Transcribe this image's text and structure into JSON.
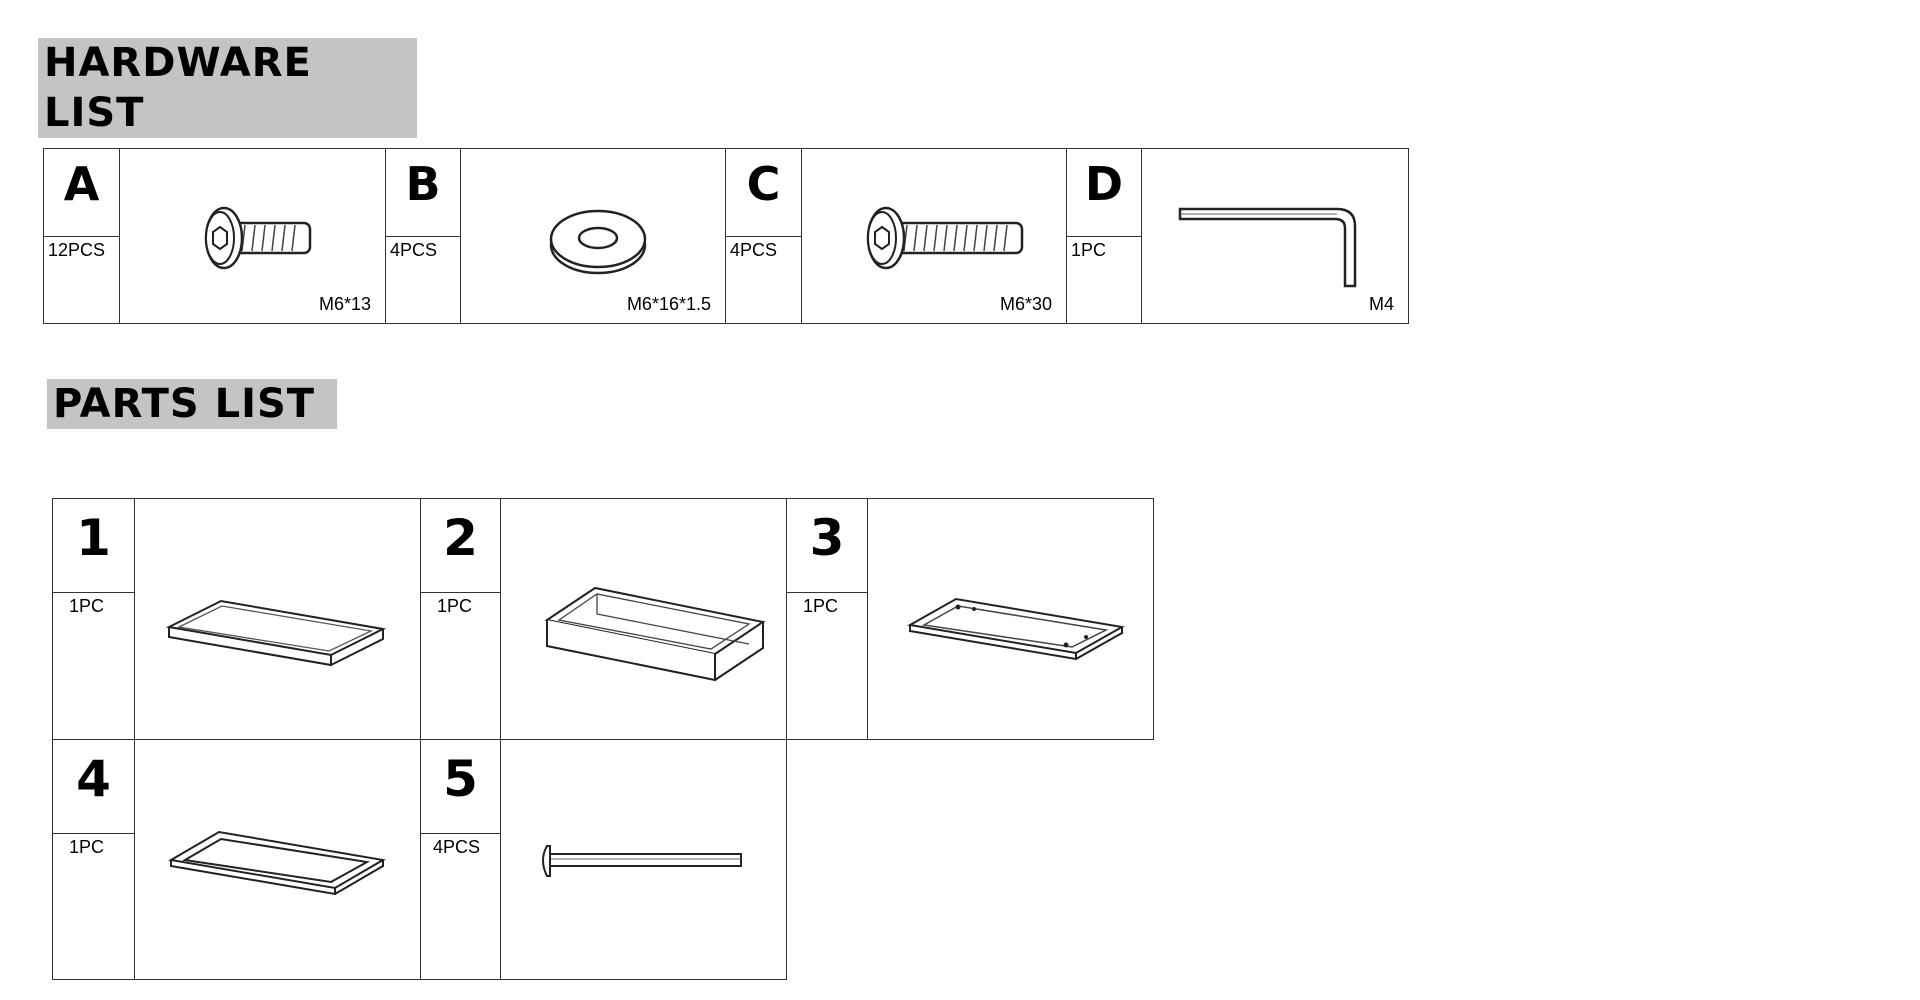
{
  "hardware_title": "HARDWARE LIST",
  "parts_title": "PARTS LIST",
  "hardware": [
    {
      "letter": "A",
      "qty": "12PCS",
      "spec": "M6*13",
      "icon": "short-bolt-icon"
    },
    {
      "letter": "B",
      "qty": "4PCS",
      "spec": "M6*16*1.5",
      "icon": "washer-icon"
    },
    {
      "letter": "C",
      "qty": "4PCS",
      "spec": "M6*30",
      "icon": "long-bolt-icon"
    },
    {
      "letter": "D",
      "qty": "1PC",
      "spec": "M4",
      "icon": "allen-key-icon"
    }
  ],
  "parts": [
    {
      "number": "1",
      "qty": "1PC",
      "icon": "flat-panel-icon"
    },
    {
      "number": "2",
      "qty": "1PC",
      "icon": "box-frame-icon"
    },
    {
      "number": "3",
      "qty": "1PC",
      "icon": "frame-with-holes-icon"
    },
    {
      "number": "4",
      "qty": "1PC",
      "icon": "open-frame-icon"
    },
    {
      "number": "5",
      "qty": "4PCS",
      "icon": "rod-icon"
    }
  ]
}
